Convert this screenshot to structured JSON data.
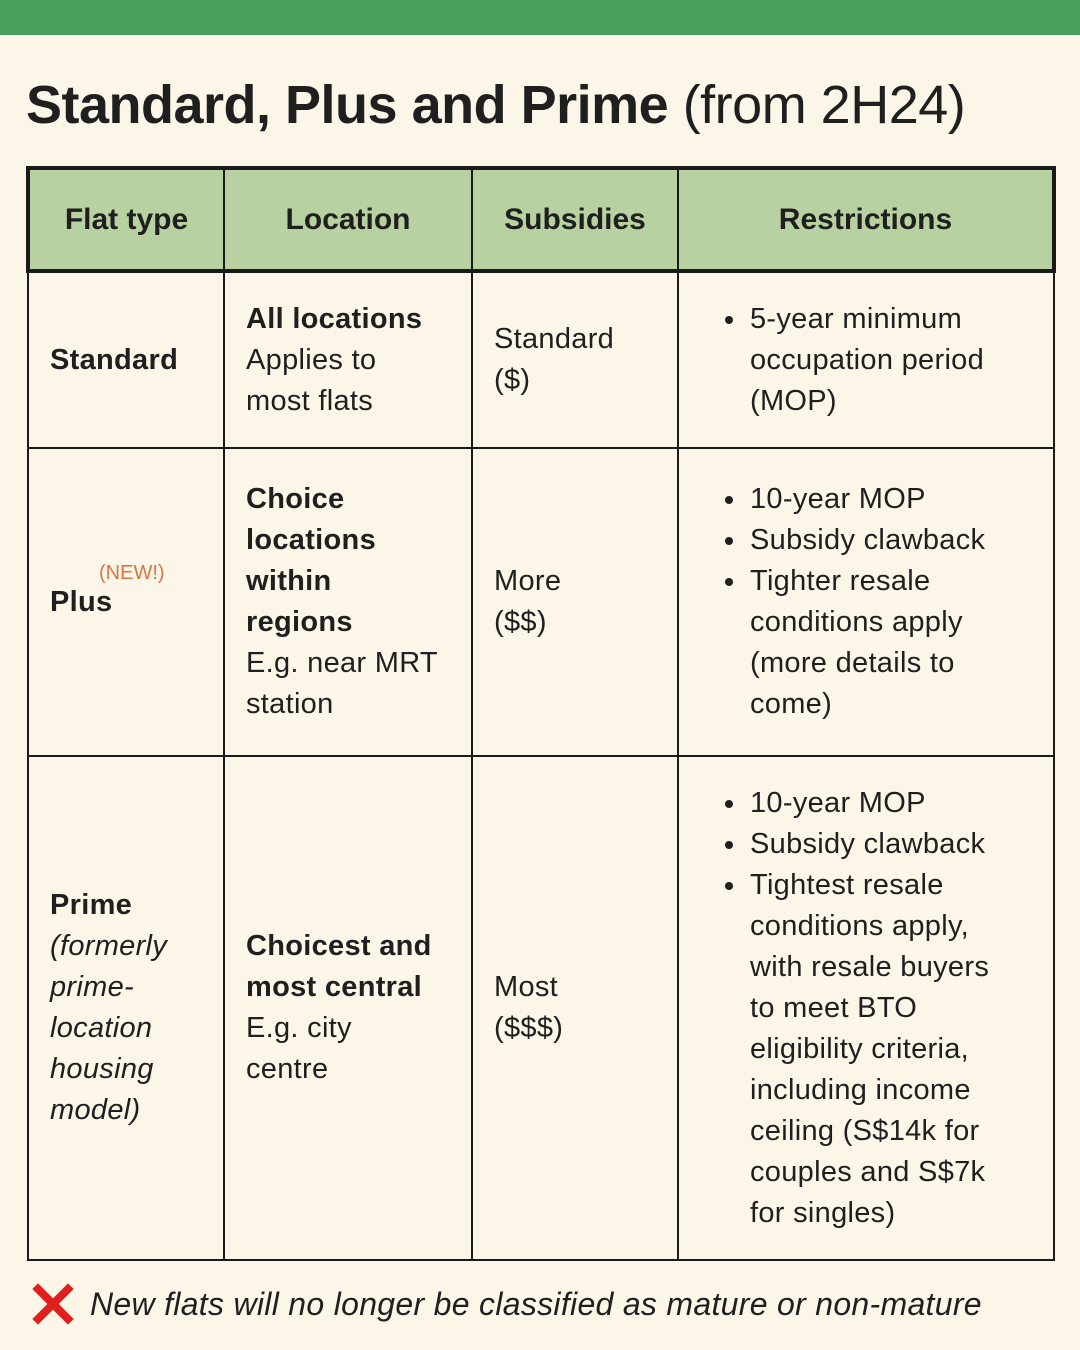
{
  "title": {
    "bold": "Standard, Plus and Prime",
    "light": "(from 2H24)"
  },
  "colors": {
    "accent_bar": "#4a9f5e",
    "header_bg": "#b8d1a0",
    "page_bg": "#fcf6e8",
    "badge": "#d97545",
    "cross": "#e0201e"
  },
  "table": {
    "headers": [
      "Flat type",
      "Location",
      "Subsidies",
      "Restrictions"
    ],
    "rows": [
      {
        "type": "Standard",
        "type_badge": "",
        "type_note": [],
        "location_bold": [
          "All locations"
        ],
        "location_plain": [
          "Applies to",
          "most flats"
        ],
        "subsidies": [
          "Standard",
          "($)"
        ],
        "restrictions": [
          [
            "5-year minimum",
            "occupation period",
            "(MOP)"
          ]
        ]
      },
      {
        "type": "Plus",
        "type_badge": "(NEW!)",
        "type_note": [],
        "location_bold": [
          "Choice",
          "locations",
          "within",
          "regions"
        ],
        "location_plain": [
          "E.g. near MRT",
          "station"
        ],
        "subsidies": [
          "More",
          "($$)"
        ],
        "restrictions": [
          [
            "10-year MOP"
          ],
          [
            "Subsidy clawback"
          ],
          [
            "Tighter resale",
            "conditions apply",
            "(more details to",
            "come)"
          ]
        ]
      },
      {
        "type": "Prime",
        "type_badge": "",
        "type_note": [
          "(formerly",
          "prime-",
          "location",
          "housing",
          "model)"
        ],
        "location_bold": [
          "Choicest and",
          "most central"
        ],
        "location_plain": [
          "E.g. city",
          "centre"
        ],
        "subsidies": [
          "Most",
          "($$$)"
        ],
        "restrictions": [
          [
            "10-year MOP"
          ],
          [
            "Subsidy clawback"
          ],
          [
            "Tightest resale",
            "conditions apply,",
            "with resale buyers",
            "to meet BTO",
            "eligibility criteria,",
            "including income",
            "ceiling (S$14k for",
            "couples and S$7k",
            "for singles)"
          ]
        ]
      }
    ]
  },
  "footer": {
    "icon": "cross-icon",
    "text": "New flats will no longer be classified as mature or non-mature"
  }
}
